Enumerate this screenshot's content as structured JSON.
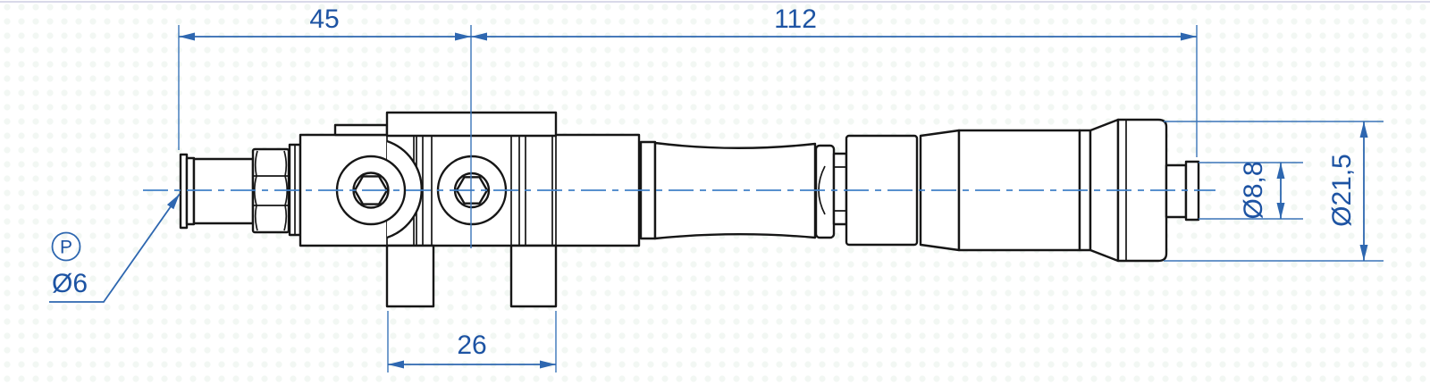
{
  "drawing": {
    "balloon": {
      "port_label": "P"
    },
    "dims": {
      "left_length": "45",
      "right_length": "112",
      "clamp_width": "26",
      "port_diameter": "Ø6",
      "exhaust_diameter": "Ø8,8",
      "silencer_diameter": "Ø21,5"
    },
    "colors": {
      "dimension_text_blue": "#1d53a3",
      "dimension_line_blue": "#2e67b0",
      "centerline_blue": "#4080c8",
      "outline_black": "#161616",
      "top_border": "#d8d8e8",
      "background": "#ffffff"
    }
  }
}
